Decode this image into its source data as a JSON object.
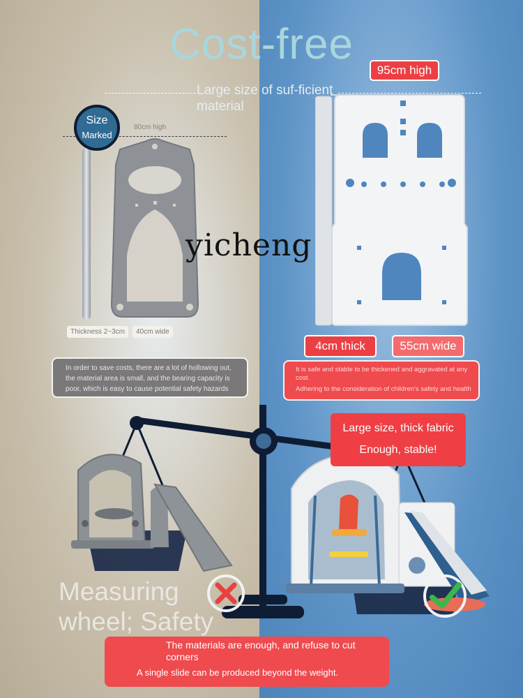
{
  "title": "Cost-free",
  "subtitle": "Large size of suf-ficient material",
  "left": {
    "badge_line1": "Size",
    "badge_line2": "Marked",
    "height_note": "80cm high",
    "thickness_tag": "Thickness 2~3cm",
    "width_tag": "40cm wide",
    "warning_text": "In order to save costs, there are a lot of hollowing out, the material area is small, and the bearing capacity is poor, which is easy to cause potential safety hazards",
    "bottom_text": "Measuring wheel; Safety"
  },
  "right": {
    "height_label": "95cm high",
    "thick_label": "4cm thick",
    "wide_label": "55cm wide",
    "safety_line1": "It is safe and stable to be thickened and aggravated at any cost.",
    "safety_line2": "Adhering to the consideration of children's safety and health",
    "panel_line1": "Large size, thick fabric",
    "panel_line2": "Enough, stable!"
  },
  "bottom": {
    "line1": "The materials are enough, and refuse to cut corners",
    "line2": "A single slide can be produced beyond the weight."
  },
  "watermark": "yicheng",
  "colors": {
    "accent_red": "#ef4a4e",
    "scale_navy": "#0e1d33",
    "title_teal": "#a9d6dc"
  },
  "icons": {
    "cross": "cross-icon",
    "check": "check-icon"
  }
}
